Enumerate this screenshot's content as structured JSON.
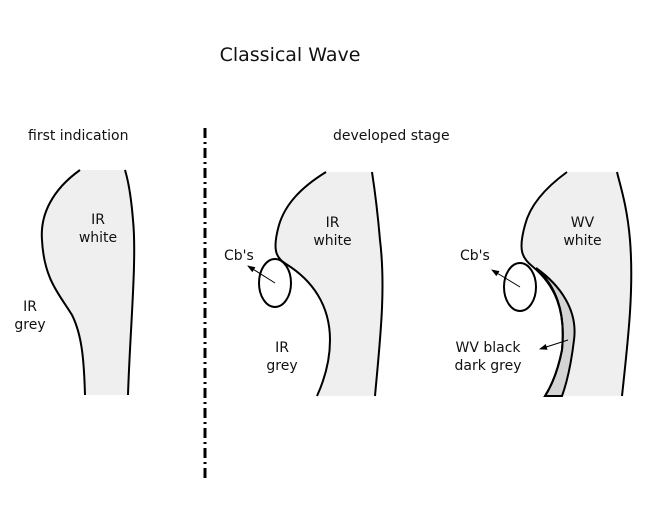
{
  "title": "Classical Wave",
  "sections": {
    "first": "first indication",
    "developed": "developed stage"
  },
  "panel1": {
    "white_line1": "IR",
    "white_line2": "white",
    "grey_line1": "IR",
    "grey_line2": "grey"
  },
  "panel2": {
    "white_line1": "IR",
    "white_line2": "white",
    "cb": "Cb's",
    "grey_line1": "IR",
    "grey_line2": "grey"
  },
  "panel3": {
    "white_line1": "WV",
    "white_line2": "white",
    "cb": "Cb's",
    "dark_line1": "WV black",
    "dark_line2": "dark grey"
  },
  "colors": {
    "fill": "#efefef",
    "band": "#d4d4d4",
    "stroke": "#000000"
  }
}
